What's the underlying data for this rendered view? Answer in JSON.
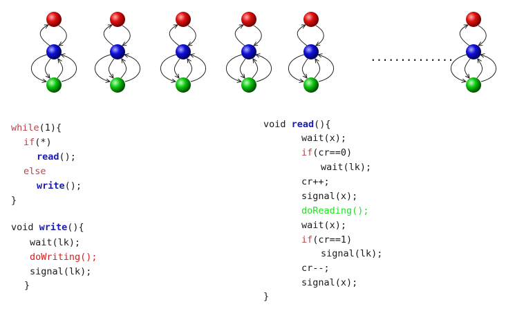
{
  "diagram": {
    "ellipsis": "..............",
    "node_colors": {
      "top": "#e01010",
      "middle": "#1010d8",
      "bottom": "#10c810"
    },
    "edge_color": "#222222"
  },
  "left_code": {
    "l1_kw": "while",
    "l1_rest": "(1){",
    "l2_kw": "if",
    "l2_rest": "(*)",
    "l3_fn": "read",
    "l3_rest": "();",
    "l4_kw": "else",
    "l5_fn": "write",
    "l5_rest": "();",
    "l6": "}",
    "l8_pre": "void ",
    "l8_fn": "write",
    "l8_rest": "(){",
    "l9": "wait(lk);",
    "l10": "doWriting();",
    "l11": "signal(lk);",
    "l12": "}"
  },
  "right_code": {
    "r1_pre": "void ",
    "r1_fn": "read",
    "r1_rest": "(){",
    "r2": "wait(x);",
    "r3_kw": "if",
    "r3_rest": "(cr==0)",
    "r4": "wait(lk);",
    "r5": "cr++;",
    "r6": "signal(x);",
    "r7": "doReading();",
    "r8": "wait(x);",
    "r9_kw": "if",
    "r9_rest": "(cr==1)",
    "r10": "signal(lk);",
    "r11": "cr--;",
    "r12": "signal(x);",
    "r13": "}"
  }
}
